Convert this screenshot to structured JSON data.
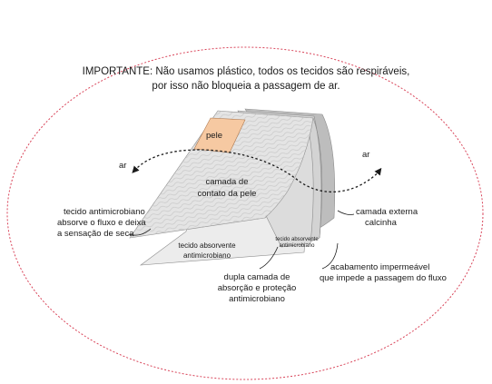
{
  "title": {
    "line1": "IMPORTANTE: Não usamos plástico, todos os tecidos são respiráveis,",
    "line2": "por isso não bloqueia a passagem de ar."
  },
  "labels": {
    "pele": "pele",
    "ar_left": "ar",
    "ar_right": "ar",
    "contact_line1": "camada de",
    "contact_line2": "contato da pele",
    "antimicro_line1": "tecido antimicrobiano",
    "antimicro_line2": "absorve o fluxo e deixa",
    "antimicro_line3": "a sensação de seca",
    "absorbent_line1": "tecido absorvente",
    "absorbent_line2": "antimicrobiano",
    "absorbent_small_line1": "tecido absorvente",
    "absorbent_small_line2": "antimicrobiano",
    "outer_line1": "camada externa",
    "outer_line2": "calcinha",
    "waterproof_line1": "acabamento impermeável",
    "waterproof_line2": "que impede a passagem do fluxo",
    "double_line1": "dupla camada de",
    "double_line2": "absorção e proteção",
    "double_line3": "antimicrobiano"
  },
  "colors": {
    "border": "#d9455a",
    "pele_fill": "#f6c9a2",
    "top_layer": "#e4e4e4",
    "mid_layer": "#d3d3d3",
    "back_layer": "#bdbdbd",
    "bottom_layer": "#ececec"
  }
}
